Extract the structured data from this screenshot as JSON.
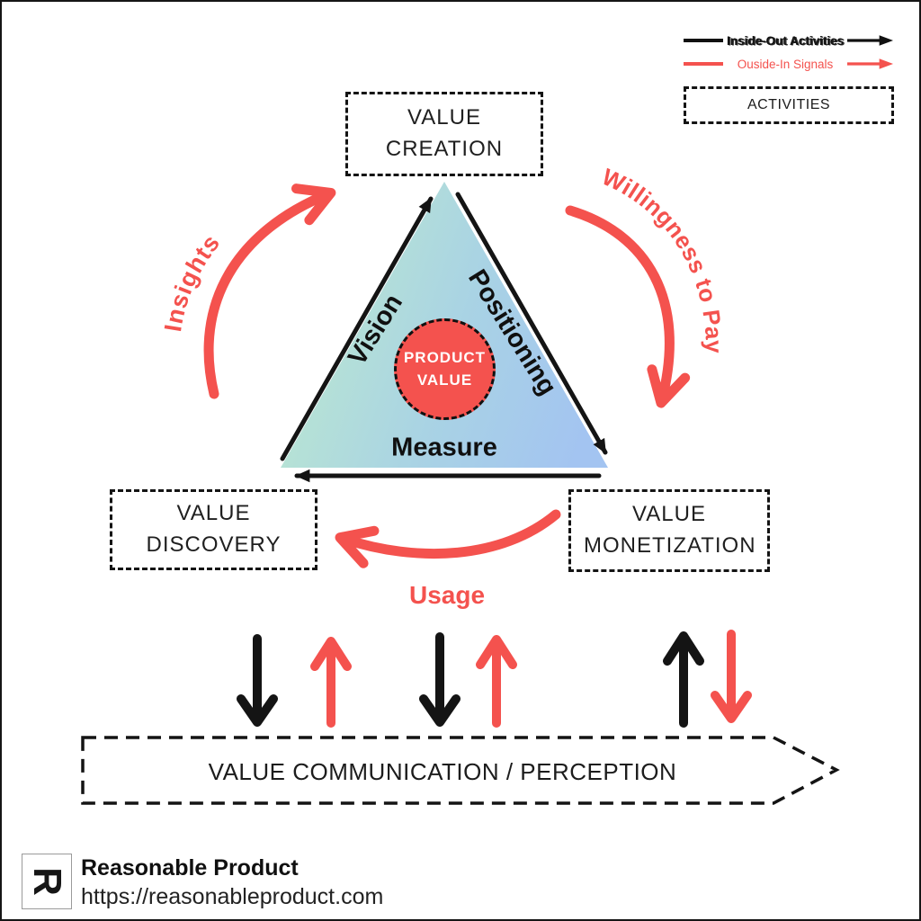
{
  "legend": {
    "inside_out": "Inside-Out Activities",
    "outside_in": "Ouside-In Signals",
    "activities": "ACTIVITIES"
  },
  "nodes": {
    "creation": "VALUE CREATION",
    "discovery": "VALUE DISCOVERY",
    "monetization": "VALUE MONETIZATION"
  },
  "triangle": {
    "center_line1": "PRODUCT",
    "center_line2": "VALUE",
    "left_edge": "Vision",
    "right_edge": "Positioning",
    "bottom_edge": "Measure"
  },
  "signals": {
    "insights": "Insights",
    "willingness": "Willingness to Pay",
    "usage": "Usage"
  },
  "banner": {
    "label": "VALUE COMMUNICATION / PERCEPTION"
  },
  "footer": {
    "logo_letter": "R",
    "brand": "Reasonable Product",
    "url": "https://reasonableproduct.com"
  },
  "colors": {
    "signal_red": "#f4524e",
    "activity_black": "#141414",
    "triangle_gradient_start": "#bce9cf",
    "triangle_gradient_end": "#a3c4f1",
    "product_value_fill": "#f4524e"
  }
}
